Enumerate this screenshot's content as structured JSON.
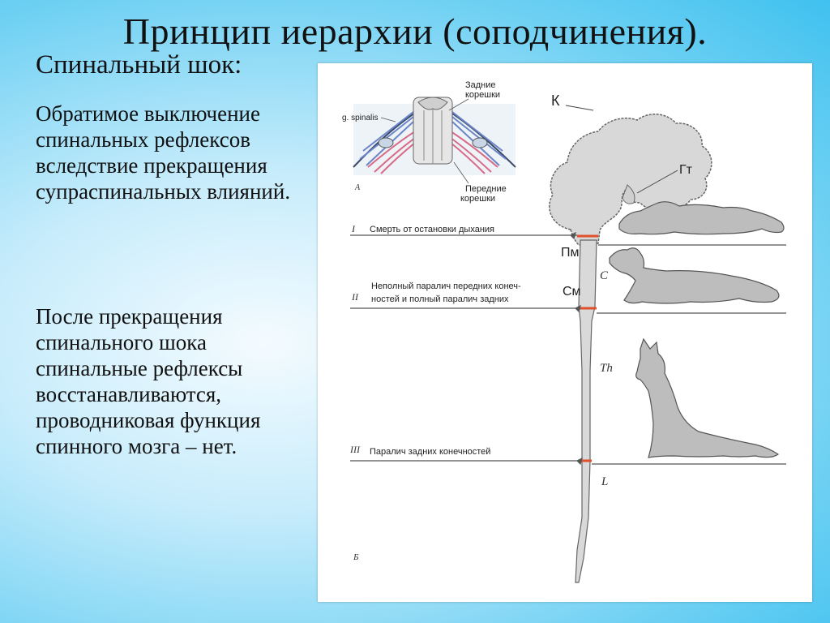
{
  "slide": {
    "title": "Принцип иерархии (соподчинения).",
    "subtitle": "Спинальный шок:",
    "paragraphs": [
      "Обратимое выключение спинальных рефлексов вследствие прекращения супраспинальных влияний.",
      "После прекращения спинального шока спинальные рефлексы восстанавливаются, проводниковая функция спинного мозга – нет."
    ]
  },
  "figure": {
    "inset": {
      "ganglion_label": "g. spinalis",
      "posterior_roots": [
        "Задние",
        "корешки"
      ],
      "anterior_roots": [
        "Передние",
        "корешки"
      ],
      "letter": "А"
    },
    "brain_labels": {
      "cortex": "К",
      "hypothalamus": "Гт"
    },
    "segment_labels": {
      "medulla": "Пм",
      "midbrain": "См",
      "cervical": "C",
      "thoracic": "Th",
      "lumbar": "L"
    },
    "transections": [
      {
        "numeral": "I",
        "text": "Смерть от остановки дыхания"
      },
      {
        "numeral": "II",
        "text_lines": [
          "Неполный паралич передних конеч-",
          "ностей и полный паралич задних"
        ]
      },
      {
        "numeral": "III",
        "text": "Паралич задних конечностей"
      }
    ],
    "figure_letter": "Б",
    "colors": {
      "blue_root": "#6b86c8",
      "red_root": "#d86a86",
      "cut": "#e0502a",
      "cord": "#d9d9d9"
    }
  }
}
